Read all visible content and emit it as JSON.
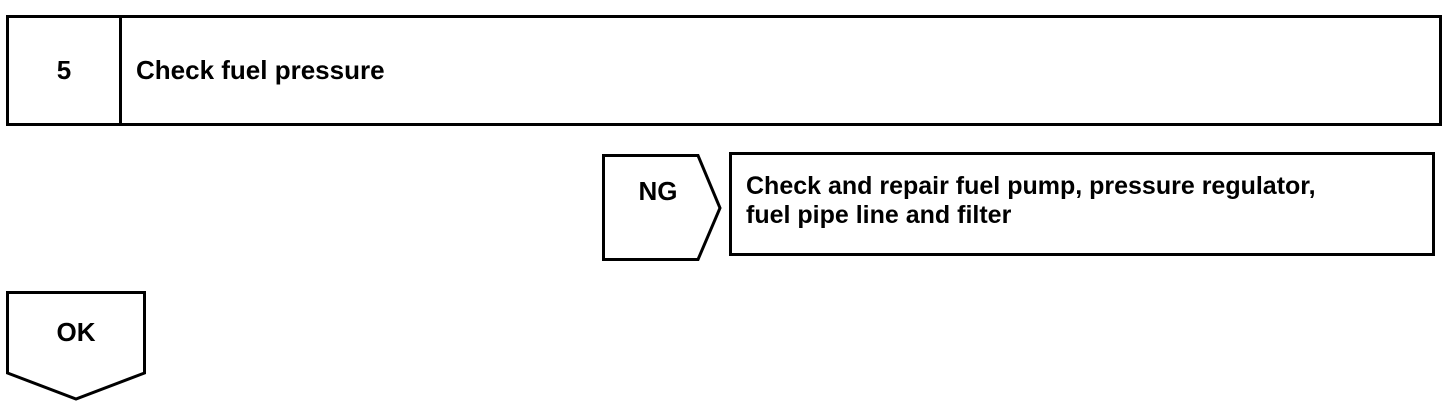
{
  "step": {
    "number": "5",
    "title": "Check fuel pressure"
  },
  "ng_branch": {
    "label": "NG",
    "action_lines": [
      "Check and repair fuel pump, pressure regulator,",
      "fuel pipe line and filter"
    ]
  },
  "ok_branch": {
    "label": "OK"
  }
}
